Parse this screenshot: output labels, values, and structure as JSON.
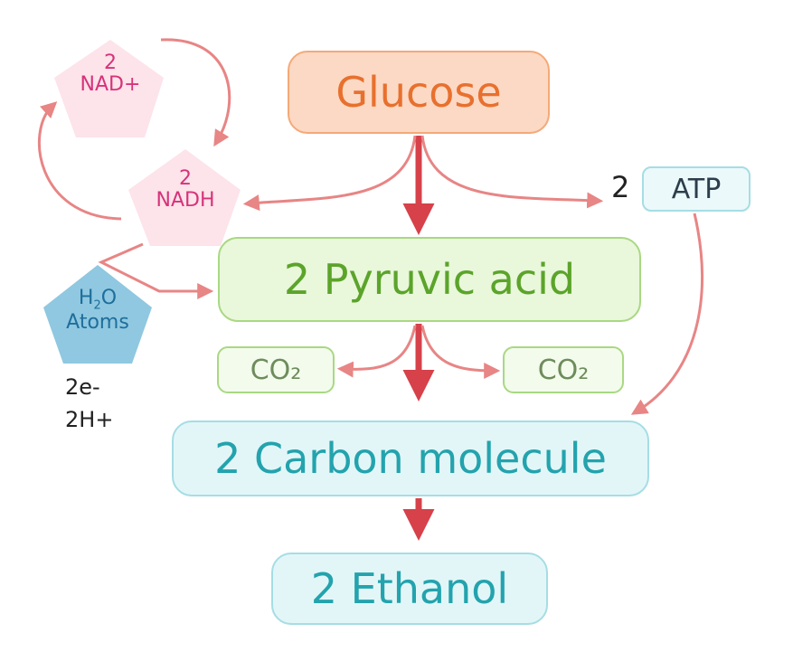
{
  "nodes": {
    "glucose": "Glucose",
    "pyruvic": "2 Pyruvic acid",
    "carbon": "2 Carbon molecule",
    "ethanol": "2 Ethanol",
    "co2_left": "CO₂",
    "co2_right": "CO₂",
    "atp_count": "2",
    "atp": "ATP"
  },
  "pentagons": {
    "nad_count": "2",
    "nad": "NAD+",
    "nadh_count": "2",
    "nadh": "NADH",
    "h2o_h": "H",
    "h2o_sub": "2",
    "h2o_o": "O",
    "atoms": "Atoms"
  },
  "side_notes": [
    "2e-",
    "2H+"
  ],
  "colors": {
    "main_arrow": "#d6414a",
    "side_arrow": "#e88585",
    "pentagon_pink": "#fde3ea",
    "pentagon_blue": "#8fc8e0"
  }
}
